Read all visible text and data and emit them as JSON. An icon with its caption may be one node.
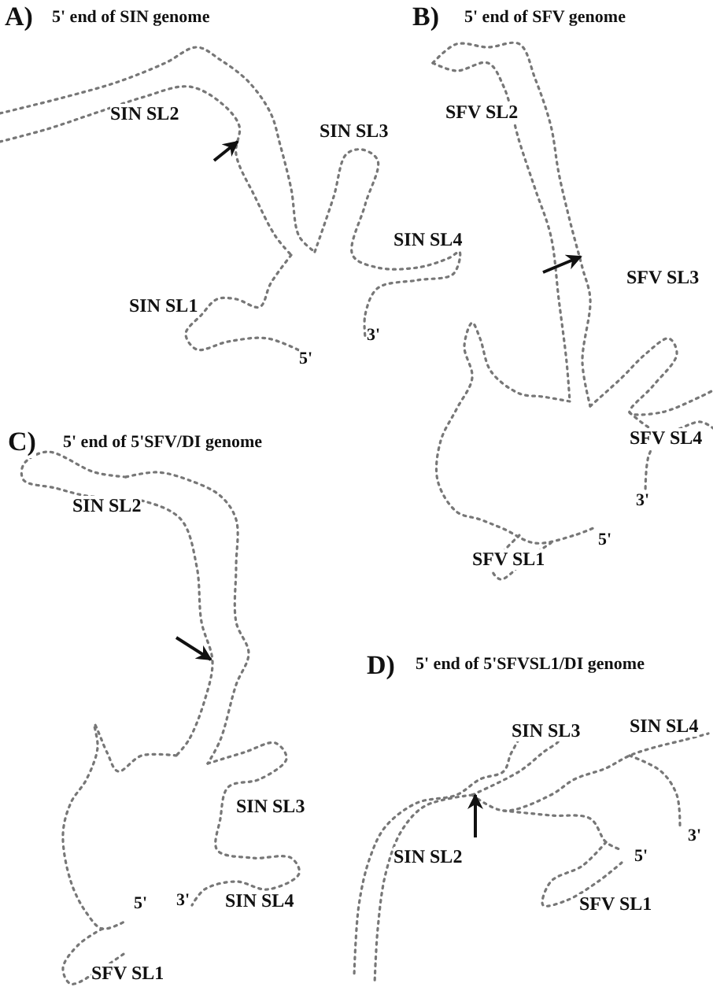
{
  "diagram": {
    "labels": [
      "A)",
      "5' end of SIN genome",
      "SIN SL2",
      "SIN SL3",
      "SIN SL4",
      "SIN SL1",
      "3'",
      "5'",
      "B)",
      "5' end of SFV genome",
      "SFV SL2",
      "SFV SL3",
      "SFV SL4",
      "3'",
      "5'",
      "SFV SL1",
      "C)",
      "5' end of 5'SFV/DI genome",
      "SIN SL2",
      "SIN SL3",
      "5'",
      "3'",
      "SIN SL4",
      "SFV SL1",
      "D)",
      "5' end of 5'SFVSL1/DI genome",
      "SIN SL3",
      "SIN SL4",
      "3'",
      "SIN SL2",
      "5'",
      "SFV SL1"
    ]
  }
}
